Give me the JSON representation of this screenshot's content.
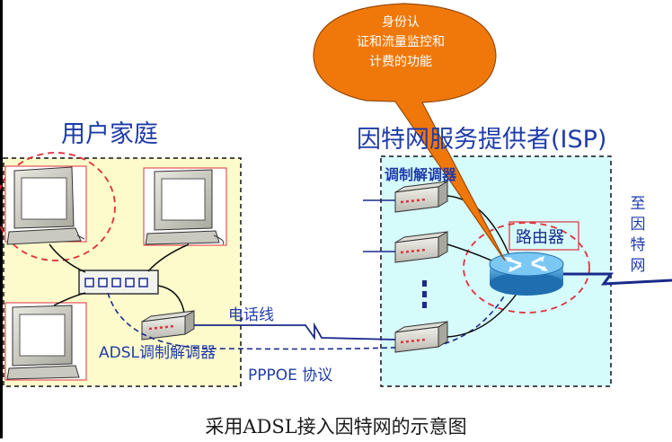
{
  "callout": {
    "lines": [
      "身份认",
      "证和流量监控和",
      "计费的功能"
    ]
  },
  "home": {
    "title": "用户家庭"
  },
  "isp": {
    "title": "因特网服务提供者(ISP)",
    "modem_label": "调制解调器",
    "router_label": "路由器"
  },
  "links": {
    "phone_line_label": "电话线",
    "adsl_modem_label": "ADSL调制解调器",
    "pppoe_label": "PPPOE 协议",
    "to_internet_label": "至因特网"
  },
  "caption": "采用ADSL接入因特网的示意图",
  "colors": {
    "home_bg": "#fdfbcc",
    "isp_bg": "#d6fbfb",
    "callout_fill": "#f0780a",
    "text_blue": "#1f3ca8",
    "dashed_red": "#e0303a",
    "router_blue": "#2a86c8"
  }
}
